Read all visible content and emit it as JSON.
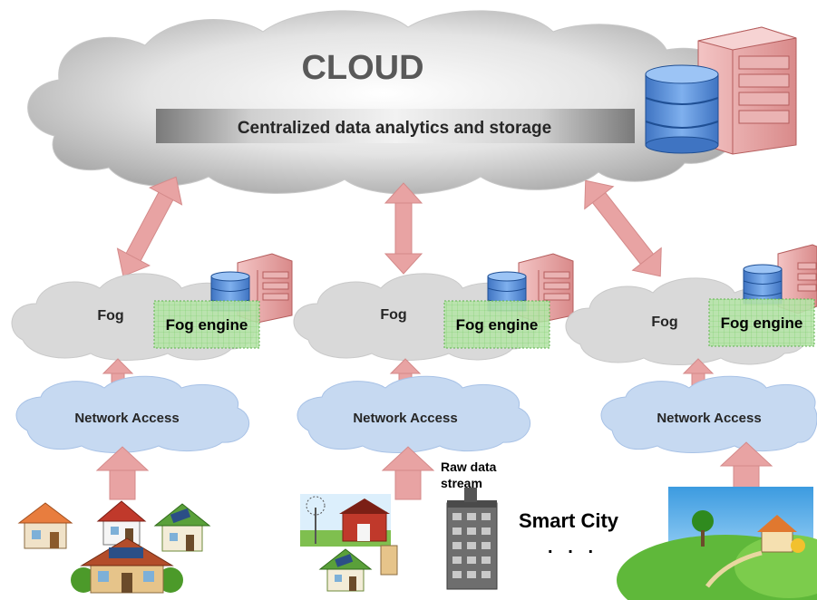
{
  "cloud": {
    "title": "CLOUD",
    "banner": "Centralized data analytics and storage"
  },
  "nodes": [
    {
      "fog_label": "Fog",
      "engine_label": "Fog engine",
      "access_label": "Network Access"
    },
    {
      "fog_label": "Fog",
      "engine_label": "Fog engine",
      "access_label": "Network Access"
    },
    {
      "fog_label": "Fog",
      "engine_label": "Fog engine",
      "access_label": "Network Access"
    }
  ],
  "annotations": {
    "raw_data_line1": "Raw data",
    "raw_data_line2": "stream",
    "smart_city": "Smart City",
    "ellipsis": ".   .   ."
  },
  "colors": {
    "arrow": "#e8a3a3",
    "fog_cloud": "#d9d9d9",
    "access_cloud": "#c6d9f1",
    "engine_box": "#b6e3a8",
    "database": "#5b8ed6",
    "server": "#e79b9b"
  }
}
